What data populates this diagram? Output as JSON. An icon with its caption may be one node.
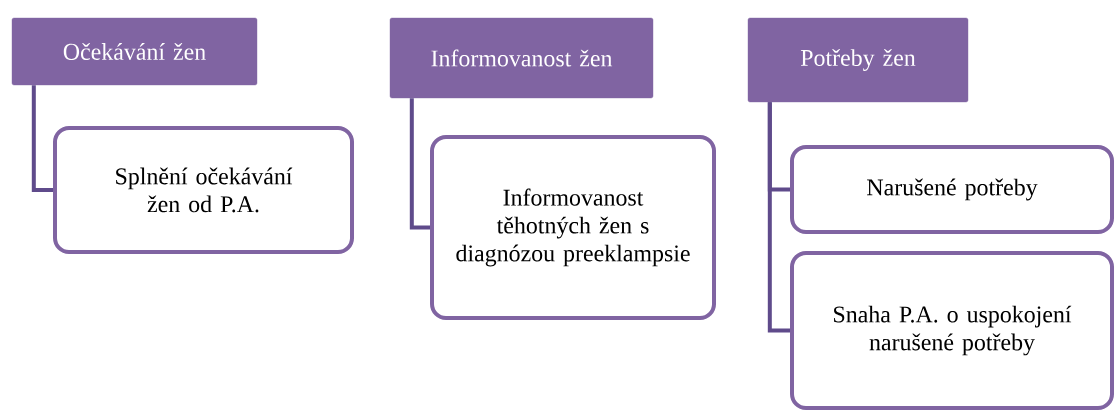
{
  "diagram": {
    "nodes": [
      {
        "text": [
          "Očekávání žen"
        ]
      },
      {
        "text": [
          "Splnění očekávání žen od P.A."
        ]
      },
      {
        "text": [
          "Informovanost žen"
        ]
      },
      {
        "text": [
          "Informovanost těhotných žen s diagnózou preeklampsie"
        ]
      },
      {
        "text": [
          "Potřeby žen"
        ]
      },
      {
        "text": [
          "Narušené potřeby"
        ]
      },
      {
        "text": [
          "Snaha P.A. o uspokojení narušené potřeby"
        ]
      }
    ],
    "edges": [
      {
        "from": 0,
        "to": 1,
        "arrow": "none"
      },
      {
        "from": 2,
        "to": 3,
        "arrow": "none"
      },
      {
        "from": 4,
        "to": 5,
        "arrow": "none"
      },
      {
        "from": 4,
        "to": 6,
        "arrow": "none"
      }
    ]
  }
}
